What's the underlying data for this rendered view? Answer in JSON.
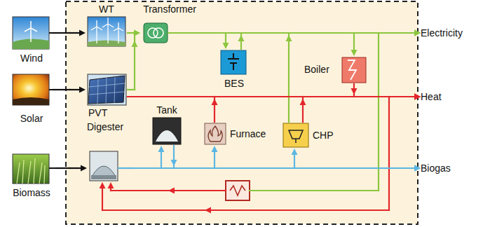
{
  "diagram": {
    "nodes": [
      {
        "text": [
          "Wind"
        ]
      },
      {
        "text": [
          "Solar"
        ]
      },
      {
        "text": [
          "Biomass"
        ]
      },
      {
        "text": [
          "WT"
        ]
      },
      {
        "text": [
          "Transformer"
        ]
      },
      {
        "text": [
          "PVT"
        ]
      },
      {
        "text": [
          "BES"
        ]
      },
      {
        "text": [
          "Boiler"
        ]
      },
      {
        "text": [
          "Tank"
        ]
      },
      {
        "text": [
          "Digester"
        ]
      },
      {
        "text": [
          "Furnace"
        ]
      },
      {
        "text": [
          "CHP"
        ]
      },
      {
        "text": [
          "Electricity"
        ]
      },
      {
        "text": [
          "Heat"
        ]
      },
      {
        "text": [
          "Biogas"
        ]
      }
    ],
    "edges": [
      {
        "from": 0,
        "to": 3,
        "arrow": "to"
      },
      {
        "from": 1,
        "to": 5,
        "arrow": "to"
      },
      {
        "from": 2,
        "to": 9,
        "arrow": "to"
      },
      {
        "from": 3,
        "to": 4,
        "arrow": "to"
      },
      {
        "from": 5,
        "to": 4,
        "arrow": "to"
      },
      {
        "from": 4,
        "to": 12,
        "arrow": "to"
      },
      {
        "from": 4,
        "to": 6,
        "arrow": "to"
      },
      {
        "from": 6,
        "to": 12,
        "arrow": "to"
      },
      {
        "from": 4,
        "to": 7,
        "arrow": "to"
      },
      {
        "from": 11,
        "to": 12,
        "arrow": "to"
      },
      {
        "from": 4,
        "to": 9,
        "arrow": "to"
      },
      {
        "from": 5,
        "to": 13,
        "arrow": "to"
      },
      {
        "from": 7,
        "to": 13,
        "arrow": "to"
      },
      {
        "from": 10,
        "to": 13,
        "arrow": "to"
      },
      {
        "from": 11,
        "to": 13,
        "arrow": "to"
      },
      {
        "from": 5,
        "to": 9,
        "arrow": "to"
      },
      {
        "from": 9,
        "to": 14,
        "arrow": "to"
      },
      {
        "from": 9,
        "to": 8,
        "arrow": "to"
      },
      {
        "from": 8,
        "to": 14,
        "arrow": "to"
      },
      {
        "from": 9,
        "to": 10,
        "arrow": "to"
      },
      {
        "from": 9,
        "to": 11,
        "arrow": "to"
      }
    ]
  }
}
